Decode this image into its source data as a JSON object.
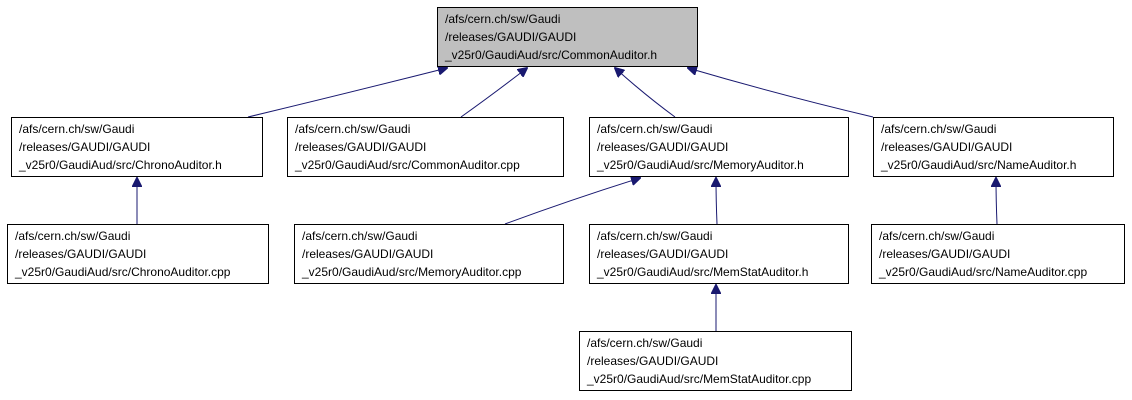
{
  "diagram": {
    "edge_color": "#191970",
    "nodes": [
      {
        "id": "common_h",
        "highlight": true,
        "lines": [
          "/afs/cern.ch/sw/Gaudi",
          "/releases/GAUDI/GAUDI",
          "_v25r0/GaudiAud/src/CommonAuditor.h"
        ]
      },
      {
        "id": "chrono_h",
        "lines": [
          "/afs/cern.ch/sw/Gaudi",
          "/releases/GAUDI/GAUDI",
          "_v25r0/GaudiAud/src/ChronoAuditor.h"
        ]
      },
      {
        "id": "common_cpp",
        "lines": [
          "/afs/cern.ch/sw/Gaudi",
          "/releases/GAUDI/GAUDI",
          "_v25r0/GaudiAud/src/CommonAuditor.cpp"
        ]
      },
      {
        "id": "memory_h",
        "lines": [
          "/afs/cern.ch/sw/Gaudi",
          "/releases/GAUDI/GAUDI",
          "_v25r0/GaudiAud/src/MemoryAuditor.h"
        ]
      },
      {
        "id": "name_h",
        "lines": [
          "/afs/cern.ch/sw/Gaudi",
          "/releases/GAUDI/GAUDI",
          "_v25r0/GaudiAud/src/NameAuditor.h"
        ]
      },
      {
        "id": "chrono_cpp",
        "lines": [
          "/afs/cern.ch/sw/Gaudi",
          "/releases/GAUDI/GAUDI",
          "_v25r0/GaudiAud/src/ChronoAuditor.cpp"
        ]
      },
      {
        "id": "memory_cpp",
        "lines": [
          "/afs/cern.ch/sw/Gaudi",
          "/releases/GAUDI/GAUDI",
          "_v25r0/GaudiAud/src/MemoryAuditor.cpp"
        ]
      },
      {
        "id": "memstat_h",
        "lines": [
          "/afs/cern.ch/sw/Gaudi",
          "/releases/GAUDI/GAUDI",
          "_v25r0/GaudiAud/src/MemStatAuditor.h"
        ]
      },
      {
        "id": "name_cpp",
        "lines": [
          "/afs/cern.ch/sw/Gaudi",
          "/releases/GAUDI/GAUDI",
          "_v25r0/GaudiAud/src/NameAuditor.cpp"
        ]
      },
      {
        "id": "memstat_cpp",
        "lines": [
          "/afs/cern.ch/sw/Gaudi",
          "/releases/GAUDI/GAUDI",
          "_v25r0/GaudiAud/src/MemStatAuditor.cpp"
        ]
      }
    ],
    "edges": [
      {
        "from": "chrono_h",
        "to": "common_h"
      },
      {
        "from": "common_cpp",
        "to": "common_h"
      },
      {
        "from": "memory_h",
        "to": "common_h"
      },
      {
        "from": "name_h",
        "to": "common_h"
      },
      {
        "from": "chrono_cpp",
        "to": "chrono_h"
      },
      {
        "from": "memory_cpp",
        "to": "memory_h"
      },
      {
        "from": "memstat_h",
        "to": "memory_h"
      },
      {
        "from": "name_cpp",
        "to": "name_h"
      },
      {
        "from": "memstat_cpp",
        "to": "memstat_h"
      }
    ]
  }
}
